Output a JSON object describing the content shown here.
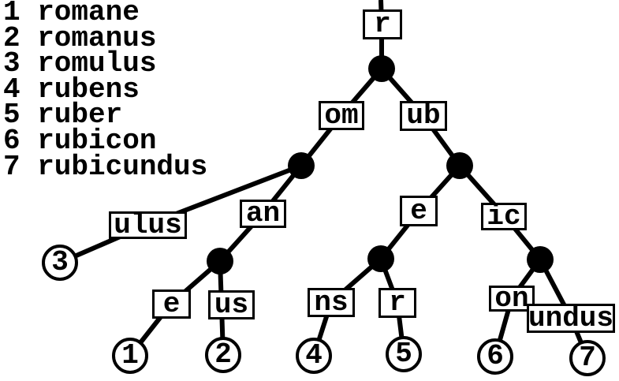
{
  "colors": {
    "foreground": "#000000",
    "background": "#ffffff"
  },
  "word_list": [
    {
      "num": "1",
      "word": "romane"
    },
    {
      "num": "2",
      "word": "romanus"
    },
    {
      "num": "3",
      "word": "romulus"
    },
    {
      "num": "4",
      "word": "rubens"
    },
    {
      "num": "5",
      "word": "ruber"
    },
    {
      "num": "6",
      "word": "rubicon"
    },
    {
      "num": "7",
      "word": "rubicundus"
    }
  ],
  "tree": {
    "edge_labels": {
      "root": "r",
      "om": "om",
      "ub": "ub",
      "ulus": "ulus",
      "an": "an",
      "an_e": "e",
      "an_us": "us",
      "ub_e": "e",
      "ub_ic": "ic",
      "e_ns": "ns",
      "e_r": "r",
      "ic_on": "on",
      "ic_undus": "undus"
    },
    "leaves": {
      "leaf1": "1",
      "leaf2": "2",
      "leaf3": "3",
      "leaf4": "4",
      "leaf5": "5",
      "leaf6": "6",
      "leaf7": "7"
    }
  }
}
